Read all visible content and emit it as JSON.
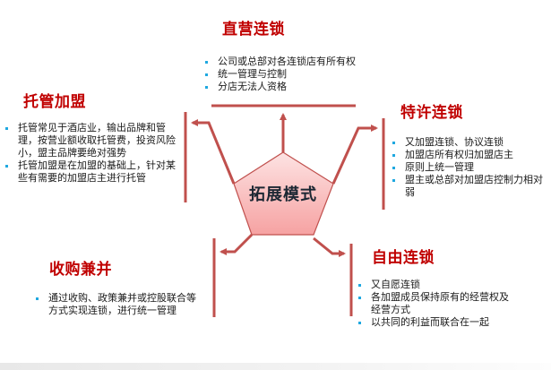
{
  "center": {
    "label": "拓展模式"
  },
  "colors": {
    "title": "#c00000",
    "connector": "#c0504d",
    "bullet": "#1fa8e0",
    "pentagon_top": "#fde0e0",
    "pentagon_bottom": "#f7a3a3"
  },
  "sections": {
    "direct": {
      "title": "直营连锁",
      "bullets": [
        "公司或总部对各连锁店有所有权",
        "统一管理与控制",
        "分店无法人资格"
      ]
    },
    "managed": {
      "title": "托管加盟",
      "bullets": [
        "托管常见于酒店业，输出品牌和管理，按营业额收取托管费，投资风险小，盟主品牌要绝对强势",
        "托管加盟是在加盟的基础上，针对某些有需要的加盟店主进行托管"
      ]
    },
    "franchise": {
      "title": "特许连锁",
      "bullets": [
        "又加盟连锁、协议连锁",
        "加盟店所有权归加盟店主",
        "原则上统一管理",
        "盟主或总部对加盟店控制力相对弱"
      ]
    },
    "acquisition": {
      "title": "收购兼并",
      "bullets": [
        "通过收购、政策兼并或控股联合等方式实现连锁，进行统一管理"
      ]
    },
    "voluntary": {
      "title": "自由连锁",
      "bullets": [
        "又自愿连锁",
        "各加盟成员保持原有的经营权及经营方式",
        "以共同的利益而联合在一起"
      ]
    }
  }
}
